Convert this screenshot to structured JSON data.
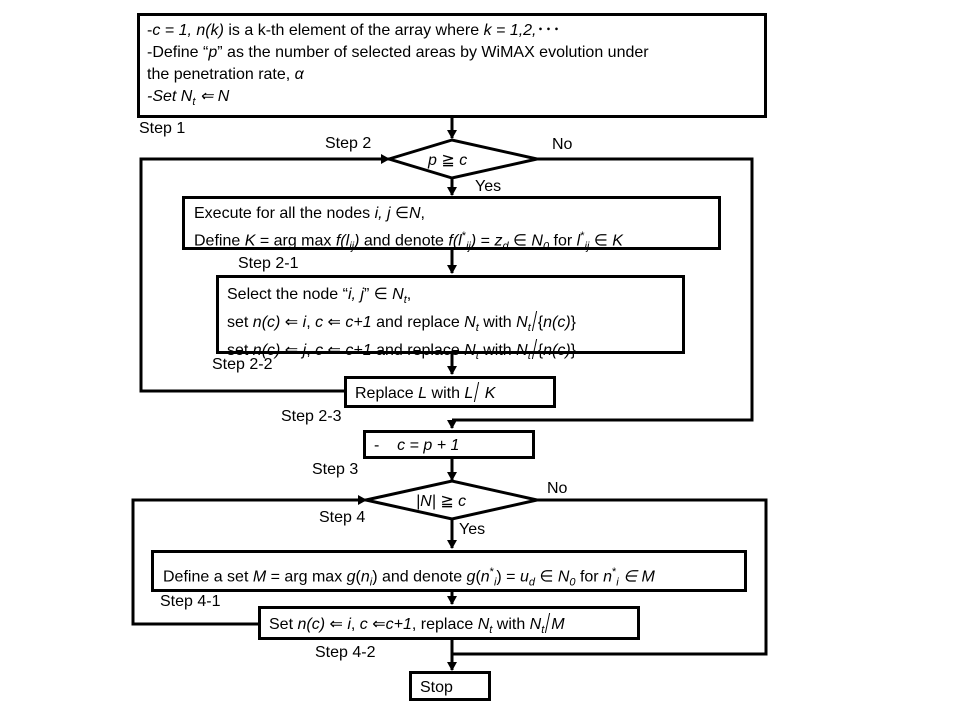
{
  "box1": {
    "line1": {
      "a": "-",
      "b": "c = 1, n(k)",
      "c": " is a k-th  element of the array where ",
      "d": "k = 1,2,",
      "e": "･･･"
    },
    "line2": {
      "a": "-Define “",
      "b": "p",
      "c": "” as the number of selected areas by WiMAX evolution under"
    },
    "line3": {
      "a": "the penetration rate, ",
      "b": "α"
    },
    "line4": {
      "a": "-Set N",
      "b": "t",
      "c": " ⇐ N"
    }
  },
  "step1_label": "Step 1",
  "step2_label": "Step 2",
  "decision1": {
    "a": "p ",
    "b": "≧",
    "c": " c"
  },
  "no1_label": "No",
  "yes1_label": "Yes",
  "box2": {
    "l1": {
      "a": "Execute for all the nodes ",
      "b": "i, j",
      "c": " ∈",
      "d": "N",
      "e": ","
    },
    "l2": {
      "a": "Define ",
      "b": "K",
      "c": " = arg max ",
      "d": "f(l",
      "e": "ij",
      "f": ")",
      "g": " and denote ",
      "h": "f(l",
      "i": "*",
      "j": "ij",
      "k": ")",
      "l": " = ",
      "m": "z",
      "n": "d",
      "o": " ∈ ",
      "p": "N",
      "q": "0",
      "r": " for ",
      "s": "l",
      "t": "*",
      "u": "ij",
      "v": " ∈ ",
      "w": "K"
    }
  },
  "step21_label": "Step 2-1",
  "box3": {
    "l1": {
      "a": "Select the node “",
      "b": "i, j",
      "c": "”  ∈  ",
      "d": "N",
      "e": "t",
      "f": ","
    },
    "l2": {
      "a": " set ",
      "b": "n(c)",
      "c": " ⇐ ",
      "d": "i",
      "e": ", ",
      "f": "c",
      "g": " ⇐ ",
      "h": "c+1",
      "i": " and replace ",
      "j": "N",
      "k": "t",
      "l": " with  ",
      "m": "N",
      "n": "t",
      "o": "{",
      "p": "n(c)",
      "q": "}"
    },
    "l3": {
      "a": " set ",
      "b": "n(c)",
      "c": " ⇐ ",
      "d": "j",
      "e": ", ",
      "f": "c",
      "g": " ⇐ ",
      "h": "c+1",
      "i": " and replace ",
      "j": "N",
      "k": "t",
      "l": " with  ",
      "m": "N",
      "n": "t",
      "o": "{",
      "p": "n(c)",
      "q": "}"
    }
  },
  "step22_label": "Step 2-2",
  "box4": {
    "a": "Replace ",
    "b": "L",
    "c": " with ",
    "d": "L",
    "e": " K"
  },
  "step23_label": "Step 2-3",
  "box5": {
    "a": "-    ",
    "b": "c = p + 1"
  },
  "step3_label": "Step 3",
  "no2_label": "No",
  "decision2": {
    "a": "|N|",
    "b": " ≧ ",
    "c": "c"
  },
  "step4_label": "Step 4",
  "yes2_label": "Yes",
  "box6": {
    "a": "Define a set ",
    "b": "M",
    "c": " = arg max ",
    "d": "g",
    "e": "(",
    "f": "n",
    "g": "i",
    "h": ")",
    "i": " and denote ",
    "j": "g",
    "k": "(",
    "l": "n",
    "m": "*",
    "n": "i",
    "o": ")",
    "p": " = ",
    "q": "u",
    "r": "d",
    "s": " ∈ ",
    "t": "N",
    "u": "0",
    "v": " for ",
    "w": "n",
    "x": "*",
    "y": "i",
    "z": " ∈  M"
  },
  "step41_label": "Step 4-1",
  "box7": {
    "a": "Set ",
    "b": "n(c)",
    "c": " ⇐ ",
    "d": "i",
    "e": ", ",
    "f": "c",
    "g": " ⇐",
    "h": "c+1",
    "i": ", replace ",
    "j": "N",
    "k": "t",
    "l": " with  ",
    "m": "N",
    "n": "t",
    "o": "M"
  },
  "step42_label": "Step 4-2",
  "stop_label": "Stop"
}
